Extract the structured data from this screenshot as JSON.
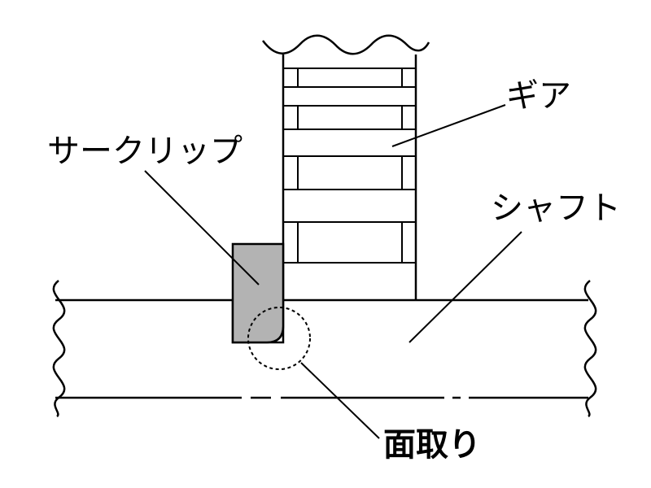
{
  "labels": {
    "circlip": "サークリップ",
    "gear": "ギア",
    "shaft": "シャフト",
    "chamfer": "面取り"
  },
  "colors": {
    "line": "#000000",
    "circlip_fill": "#b3b3b3",
    "background": "#ffffff"
  }
}
